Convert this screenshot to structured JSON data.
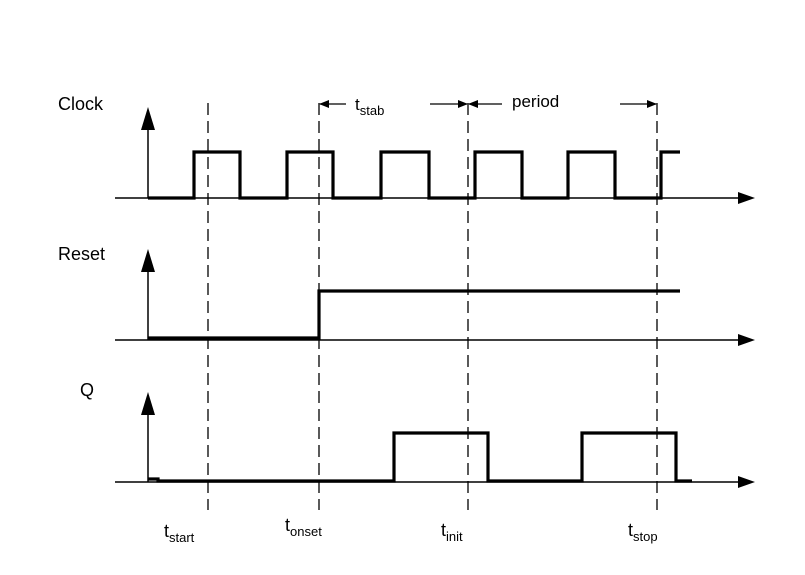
{
  "signals": [
    {
      "id": "clock",
      "label": "Clock"
    },
    {
      "id": "reset",
      "label": "Reset"
    },
    {
      "id": "q",
      "label": "Q"
    }
  ],
  "annotations": {
    "stab": {
      "base": "t",
      "sub": "stab"
    },
    "period": "period"
  },
  "time_markers": [
    {
      "id": "start",
      "base": "t",
      "sub": "start"
    },
    {
      "id": "onset",
      "base": "t",
      "sub": "onset"
    },
    {
      "id": "init",
      "base": "t",
      "sub": "init"
    },
    {
      "id": "stop",
      "base": "t",
      "sub": "stop"
    }
  ],
  "colors": {
    "line": "#000000",
    "background": "#ffffff"
  }
}
